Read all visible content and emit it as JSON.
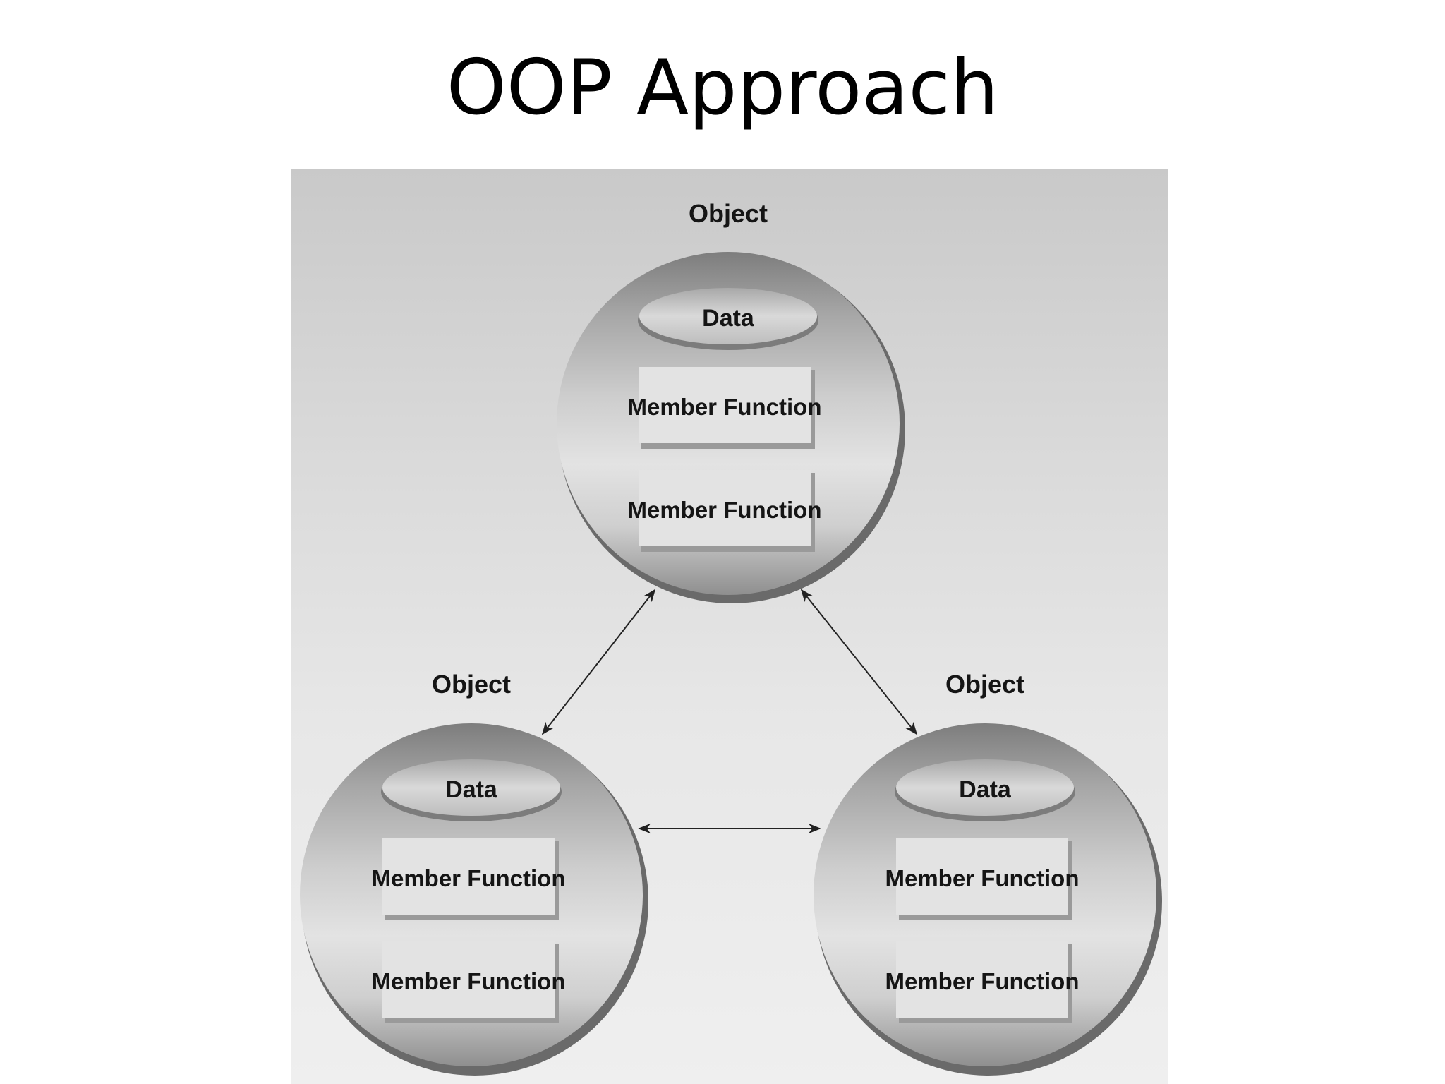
{
  "slide": {
    "title": "OOP Approach"
  },
  "diagram": {
    "objects": [
      {
        "id": "top",
        "label": "Object",
        "data_label": "Data",
        "functions": [
          "Member Function",
          "Member Function"
        ]
      },
      {
        "id": "left",
        "label": "Object",
        "data_label": "Data",
        "functions": [
          "Member Function",
          "Member Function"
        ]
      },
      {
        "id": "right",
        "label": "Object",
        "data_label": "Data",
        "functions": [
          "Member Function",
          "Member Function"
        ]
      }
    ],
    "connections": [
      {
        "from": "top",
        "to": "left",
        "bidirectional": true
      },
      {
        "from": "top",
        "to": "right",
        "bidirectional": true
      },
      {
        "from": "left",
        "to": "right",
        "bidirectional": true
      }
    ]
  }
}
